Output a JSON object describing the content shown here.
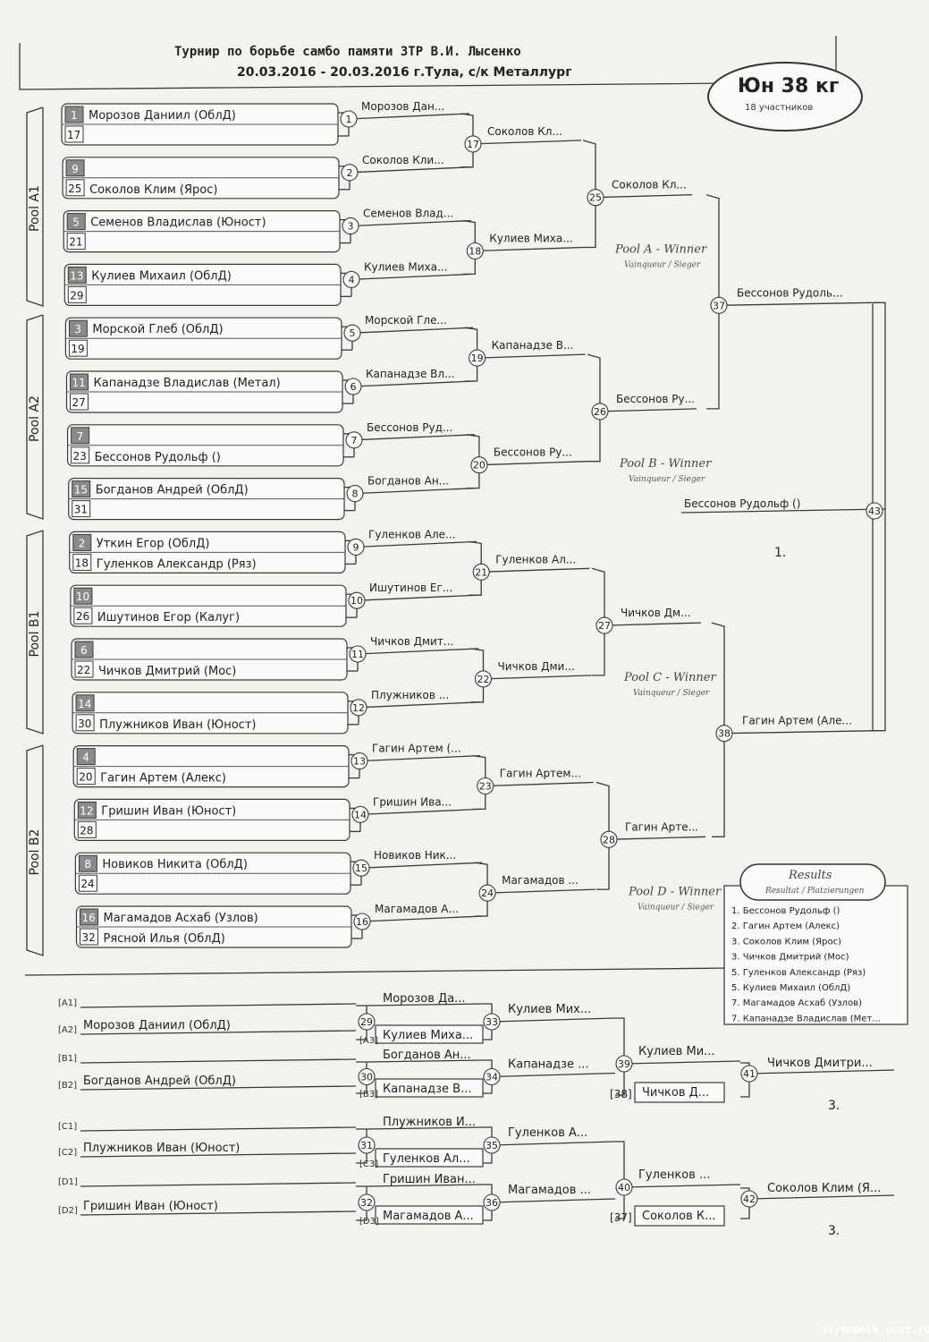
{
  "header": {
    "title": "Турнир по борьбе самбо памяти ЗТР В.И. Лысенко",
    "subtitle": "20.03.2016 - 20.03.2016 г.Тула, с/к Металлург",
    "category": "Юн 38 кг",
    "participants": "18 участников"
  },
  "pools": [
    "Pool A1",
    "Pool A2",
    "Pool B1",
    "Pool B2"
  ],
  "entries": [
    {
      "top_seed": "1",
      "top_name": "Морозов Даниил (ОблД)",
      "bot_seed": "17",
      "bot_name": ""
    },
    {
      "top_seed": "9",
      "top_name": "",
      "bot_seed": "25",
      "bot_name": "Соколов Клим (Ярос)"
    },
    {
      "top_seed": "5",
      "top_name": "Семенов Владислав (Юност)",
      "bot_seed": "21",
      "bot_name": ""
    },
    {
      "top_seed": "13",
      "top_name": "Кулиев Михаил (ОблД)",
      "bot_seed": "29",
      "bot_name": ""
    },
    {
      "top_seed": "3",
      "top_name": "Морской Глеб (ОблД)",
      "bot_seed": "19",
      "bot_name": ""
    },
    {
      "top_seed": "11",
      "top_name": "Капанадзе Владислав (Метал)",
      "bot_seed": "27",
      "bot_name": ""
    },
    {
      "top_seed": "7",
      "top_name": "",
      "bot_seed": "23",
      "bot_name": "Бессонов Рудольф ()"
    },
    {
      "top_seed": "15",
      "top_name": "Богданов Андрей (ОблД)",
      "bot_seed": "31",
      "bot_name": ""
    },
    {
      "top_seed": "2",
      "top_name": "Уткин Егор (ОблД)",
      "bot_seed": "18",
      "bot_name": "Гуленков Александр (Ряз)"
    },
    {
      "top_seed": "10",
      "top_name": "",
      "bot_seed": "26",
      "bot_name": "Ишутинов Егор (Калуг)"
    },
    {
      "top_seed": "6",
      "top_name": "",
      "bot_seed": "22",
      "bot_name": "Чичков Дмитрий (Мос)"
    },
    {
      "top_seed": "14",
      "top_name": "",
      "bot_seed": "30",
      "bot_name": "Плужников Иван (Юност)"
    },
    {
      "top_seed": "4",
      "top_name": "",
      "bot_seed": "20",
      "bot_name": "Гагин Артем (Алекс)"
    },
    {
      "top_seed": "12",
      "top_name": "Гришин Иван (Юност)",
      "bot_seed": "28",
      "bot_name": ""
    },
    {
      "top_seed": "8",
      "top_name": "Новиков Никита (ОблД)",
      "bot_seed": "24",
      "bot_name": ""
    },
    {
      "top_seed": "16",
      "top_name": "Магамадов Асхаб (Узлов)",
      "bot_seed": "32",
      "bot_name": "Рясной Илья (ОблД)"
    }
  ],
  "round1": [
    {
      "num": "1",
      "winner": "Морозов Дан..."
    },
    {
      "num": "2",
      "winner": "Соколов Кли..."
    },
    {
      "num": "3",
      "winner": "Семенов Влад..."
    },
    {
      "num": "4",
      "winner": "Кулиев Миха..."
    },
    {
      "num": "5",
      "winner": "Морской Гле..."
    },
    {
      "num": "6",
      "winner": "Капанадзе Вл..."
    },
    {
      "num": "7",
      "winner": "Бессонов Руд..."
    },
    {
      "num": "8",
      "winner": "Богданов Ан..."
    },
    {
      "num": "9",
      "winner": "Гуленков Але..."
    },
    {
      "num": "10",
      "winner": "Ишутинов Ег..."
    },
    {
      "num": "11",
      "winner": "Чичков Дмит..."
    },
    {
      "num": "12",
      "winner": "Плужников ..."
    },
    {
      "num": "13",
      "winner": "Гагин Артем (..."
    },
    {
      "num": "14",
      "winner": "Гришин Ива..."
    },
    {
      "num": "15",
      "winner": "Новиков Ник..."
    },
    {
      "num": "16",
      "winner": "Магамадов А..."
    }
  ],
  "round2": [
    {
      "num": "17",
      "winner": "Соколов Кл..."
    },
    {
      "num": "18",
      "winner": "Кулиев Миха..."
    },
    {
      "num": "19",
      "winner": "Капанадзе В..."
    },
    {
      "num": "20",
      "winner": "Бессонов Ру..."
    },
    {
      "num": "21",
      "winner": "Гуленков Ал..."
    },
    {
      "num": "22",
      "winner": "Чичков Дми..."
    },
    {
      "num": "23",
      "winner": "Гагин Артем..."
    },
    {
      "num": "24",
      "winner": "Магамадов ..."
    }
  ],
  "round3": [
    {
      "num": "25",
      "winner": "Соколов Кл...",
      "pool": "Pool A - Winner"
    },
    {
      "num": "26",
      "winner": "Бессонов Ру...",
      "pool": "Pool B - Winner"
    },
    {
      "num": "27",
      "winner": "Чичков Дм...",
      "pool": "Pool C - Winner"
    },
    {
      "num": "28",
      "winner": "Гагин Арте...",
      "pool": "Pool D - Winner"
    }
  ],
  "pool_winner_sub": "Vainqueur / Sieger",
  "semis": [
    {
      "num": "37",
      "winner": "Бессонов Рудоль..."
    },
    {
      "num": "38",
      "winner": "Гагин Артем (Але..."
    }
  ],
  "final": {
    "num": "43",
    "winner": "Бессонов Рудольф ()",
    "place": "1."
  },
  "results": {
    "title": "Results",
    "subtitle": "Resultat / Platzierungen",
    "lines": [
      "1. Бессонов Рудольф ()",
      "2. Гагин Артем (Алекс)",
      "3. Соколов Клим (Ярос)",
      "3. Чичков Дмитрий (Мос)",
      "5. Гуленков Александр (Ряз)",
      "5. Кулиев Михаил (ОблД)",
      "7. Магамадов Асхаб (Узлов)",
      "7. Капанадзе Владислав (Мет..."
    ]
  },
  "repechage": {
    "slots": [
      {
        "label": "[A1]",
        "name": ""
      },
      {
        "label": "[A2]",
        "name": "Морозов Даниил (ОблД)"
      },
      {
        "label": "[B1]",
        "name": ""
      },
      {
        "label": "[B2]",
        "name": "Богданов Андрей (ОблД)"
      },
      {
        "label": "[C1]",
        "name": ""
      },
      {
        "label": "[C2]",
        "name": "Плужников Иван (Юност)"
      },
      {
        "label": "[D1]",
        "name": ""
      },
      {
        "label": "[D2]",
        "name": "Гришин Иван (Юност)"
      }
    ],
    "r1": [
      {
        "num": "29",
        "top": "Морозов Да...",
        "bot_label": "[A3]",
        "bot": "Кулиев Миха..."
      },
      {
        "num": "30",
        "top": "Богданов Ан...",
        "bot_label": "[B3]",
        "bot": "Капанадзе В..."
      },
      {
        "num": "31",
        "top": "Плужников И...",
        "bot_label": "[C3]",
        "bot": "Гуленков Ал..."
      },
      {
        "num": "32",
        "top": "Гришин Иван...",
        "bot_label": "[D3]",
        "bot": "Магамадов А..."
      }
    ],
    "r2": [
      {
        "num": "33",
        "winner": "Кулиев Мих..."
      },
      {
        "num": "34",
        "winner": "Капанадзе ..."
      },
      {
        "num": "35",
        "winner": "Гуленков А..."
      },
      {
        "num": "36",
        "winner": "Магамадов ..."
      }
    ],
    "r3": [
      {
        "num": "39",
        "top": "Кулиев Ми...",
        "bot_label": "[38]",
        "bot": "Чичков Д..."
      },
      {
        "num": "40",
        "top": "Гуленков ...",
        "bot_label": "[37]",
        "bot": "Соколов К..."
      }
    ],
    "bronze": [
      {
        "num": "41",
        "winner": "Чичков Дмитри...",
        "place": "3."
      },
      {
        "num": "42",
        "winner": "Соколов Клим (Я...",
        "place": "3."
      }
    ]
  },
  "watermark": "svytopolk.ucoz.ru"
}
